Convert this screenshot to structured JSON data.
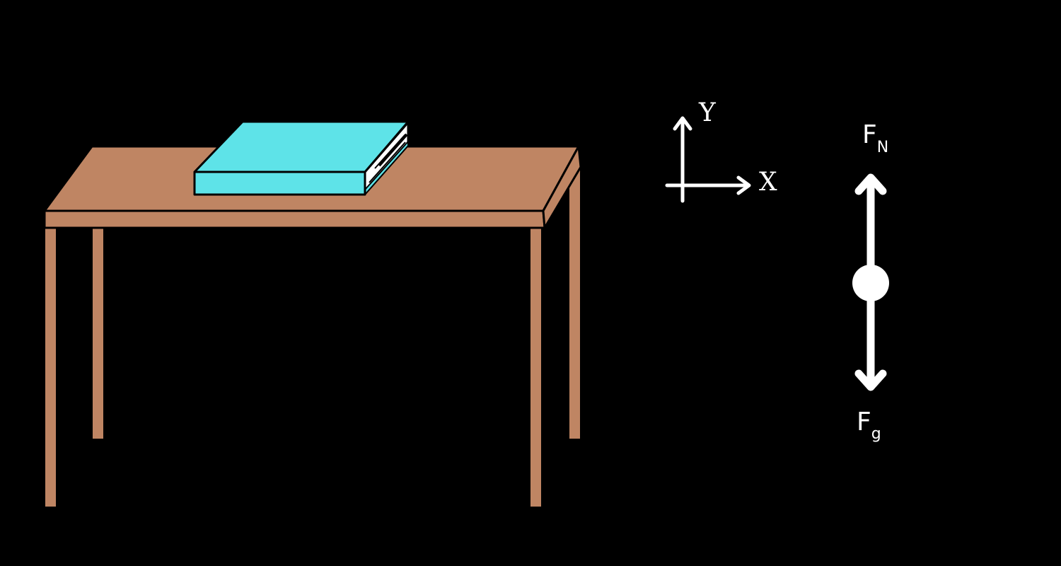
{
  "axes": {
    "y_label": "Y",
    "x_label": "X"
  },
  "forces": {
    "normal": {
      "symbol": "F",
      "subscript": "N"
    },
    "gravity": {
      "symbol": "F",
      "subscript": "g"
    }
  },
  "colors": {
    "background": "#000000",
    "table": "#bf8563",
    "book": "#5ee3e8",
    "outline": "#000000",
    "arrows": "#ffffff"
  }
}
